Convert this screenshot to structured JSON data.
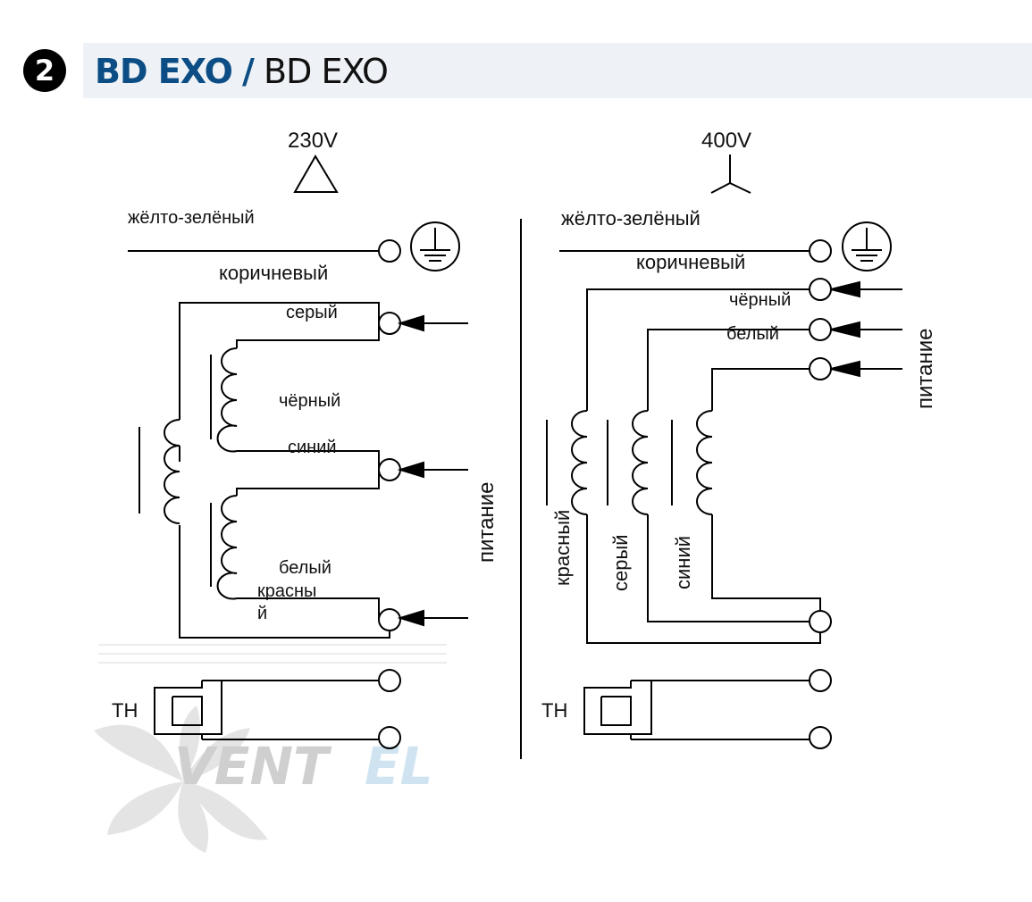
{
  "header": {
    "step_number": "2",
    "title_primary": "BD EXO",
    "title_separator": "/",
    "title_secondary": "BD EXO"
  },
  "diagram_230v": {
    "voltage": "230V",
    "ground_wire": "жёлто-зелёный",
    "brown_wire": "коричневый",
    "wire_grey": "серый",
    "wire_black": "чёрный",
    "wire_blue": "синий",
    "wire_white": "белый",
    "wire_red_line1": "красны",
    "wire_red_line2": "й",
    "supply": "питание",
    "thermal": "TH"
  },
  "diagram_400v": {
    "voltage": "400V",
    "ground_wire": "жёлто-зелёный",
    "brown_wire": "коричневый",
    "wire_black": "чёрный",
    "wire_white": "белый",
    "wire_red": "красный",
    "wire_grey": "серый",
    "wire_blue": "синий",
    "supply": "питание",
    "thermal": "TH"
  },
  "watermark": {
    "text_dark": "VENT",
    "text_light": "EL"
  }
}
